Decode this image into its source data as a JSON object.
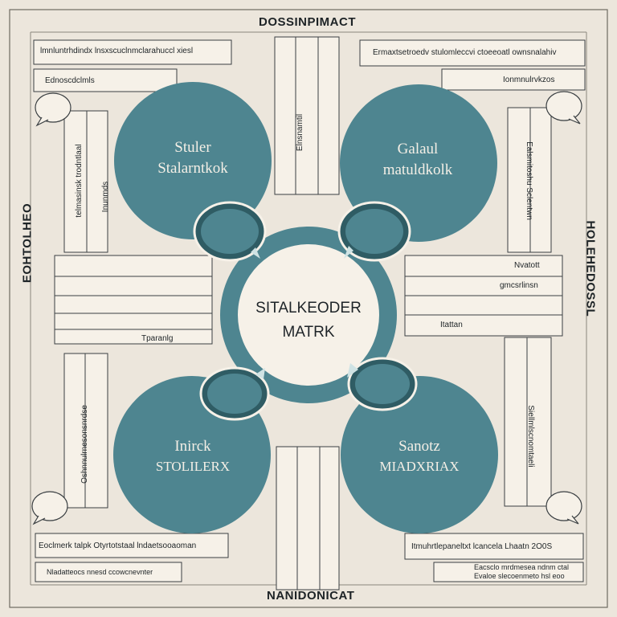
{
  "edges": {
    "top": "DOSSINPIMACT",
    "bottom": "NANIDONICAT",
    "left": "EOHTOLHEO",
    "right": "HOLEHEDOSSL"
  },
  "center": {
    "line1": "SITALKEODER",
    "line2": "MATRK"
  },
  "quadrants": {
    "top_left": {
      "line1": "Stuler",
      "line2": "Stalarntkok"
    },
    "top_right": {
      "line1": "Galaul",
      "line2": "matuldkolk"
    },
    "bottom_left": {
      "line1": "Inirck",
      "line2": "STOLILERX"
    },
    "bottom_right": {
      "line1": "Sanotz",
      "line2": "MIADXRIAX"
    }
  },
  "strips": {
    "top_left_a": "lmnluntrhdindx lnsxscuclnmclarahuccl xiesl",
    "top_left_b": "Ednoscdclmls",
    "top_right_a": "Ermaxtsetroedv stulomleccvi ctoeeoatl ownsnalahiv",
    "top_right_b": "Ionmnulrvkzos",
    "mid_right_a": "Nvatott",
    "mid_right_b": "gmcsrlinsn",
    "mid_right_c": "Itattan",
    "mid_left_a": "Tparanlg",
    "bot_left_a": "Eoclmerk talpk Otyrtotstaal lndaetsooaoman",
    "bot_left_b": "Nladatteocs nnesd ccowcnevnter",
    "bot_right_a": "Itmuhrtlepaneltxt lcancela Lhaatn 2O0S",
    "bot_right_b": "Eacsclo mrdmesea ndnm ctal",
    "bot_right_c": "Evaloe slecoenmeto hsl eoo",
    "vt_tl": "telmasinsk trodntlaal",
    "vt_tl2": "Inunmds",
    "vt_tc": "Elnsnamtil",
    "vt_tr": "Ealsmitoshu Sclentwn",
    "vt_bl": "Oshnnulrnesonsnrdse",
    "vt_br": "Siellmlscnomtaeli"
  },
  "colors": {
    "background": "#ece6dc",
    "teal": "#4e8590",
    "teal_dark": "#2f5c64",
    "paper": "#f6f1e8",
    "ink": "#1d2326"
  }
}
